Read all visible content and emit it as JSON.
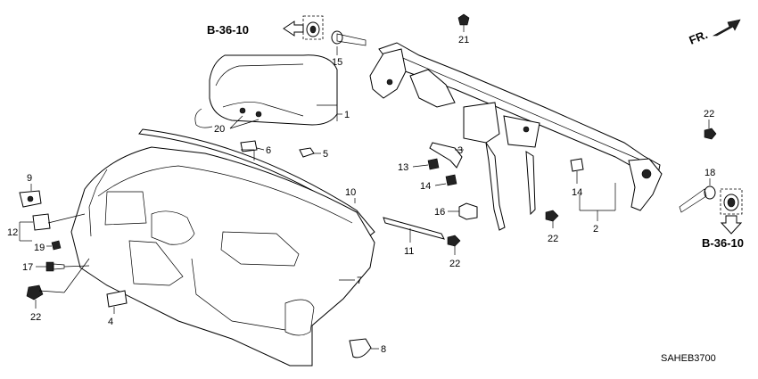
{
  "diagram": {
    "reference_code": "SAHEB3700",
    "direction_label": "FR.",
    "section_refs": [
      "B-36-10",
      "B-36-10"
    ],
    "callouts": [
      "1",
      "2",
      "4",
      "5",
      "6",
      "7",
      "8",
      "9",
      "10",
      "11",
      "12",
      "13",
      "14",
      "14",
      "15",
      "16",
      "17",
      "18",
      "19",
      "20",
      "21",
      "22",
      "22",
      "22",
      "22",
      "3"
    ]
  }
}
